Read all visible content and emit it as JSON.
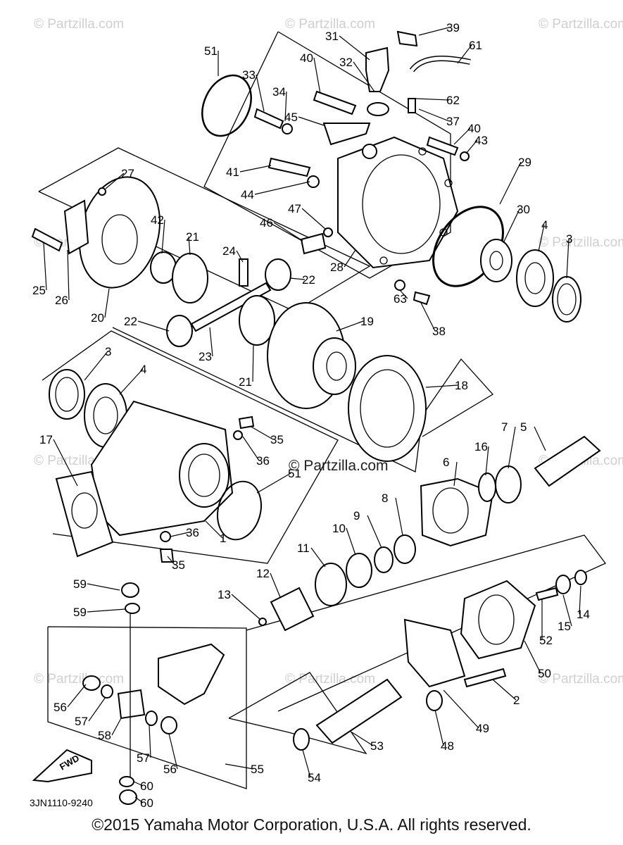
{
  "watermark": "© Partzilla.com",
  "watermark_center": "© Partzilla.com",
  "drawing_code": "3JN1110-9240",
  "fwd_label": "FWD",
  "copyright": "©2015  Yamaha Motor Corporation, U.S.A. All rights reserved.",
  "callouts": [
    {
      "label": "1"
    },
    {
      "label": "2"
    },
    {
      "label": "3"
    },
    {
      "label": "3"
    },
    {
      "label": "4"
    },
    {
      "label": "4"
    },
    {
      "label": "5"
    },
    {
      "label": "6"
    },
    {
      "label": "7"
    },
    {
      "label": "8"
    },
    {
      "label": "9"
    },
    {
      "label": "10"
    },
    {
      "label": "11"
    },
    {
      "label": "12"
    },
    {
      "label": "13"
    },
    {
      "label": "14"
    },
    {
      "label": "15"
    },
    {
      "label": "16"
    },
    {
      "label": "17"
    },
    {
      "label": "18"
    },
    {
      "label": "19"
    },
    {
      "label": "20"
    },
    {
      "label": "21"
    },
    {
      "label": "21"
    },
    {
      "label": "22"
    },
    {
      "label": "22"
    },
    {
      "label": "23"
    },
    {
      "label": "24"
    },
    {
      "label": "25"
    },
    {
      "label": "26"
    },
    {
      "label": "27"
    },
    {
      "label": "28"
    },
    {
      "label": "29"
    },
    {
      "label": "30"
    },
    {
      "label": "31"
    },
    {
      "label": "32"
    },
    {
      "label": "33"
    },
    {
      "label": "34"
    },
    {
      "label": "35"
    },
    {
      "label": "35"
    },
    {
      "label": "36"
    },
    {
      "label": "36"
    },
    {
      "label": "37"
    },
    {
      "label": "38"
    },
    {
      "label": "39"
    },
    {
      "label": "40"
    },
    {
      "label": "40"
    },
    {
      "label": "41"
    },
    {
      "label": "42"
    },
    {
      "label": "43"
    },
    {
      "label": "44"
    },
    {
      "label": "45"
    },
    {
      "label": "46"
    },
    {
      "label": "47"
    },
    {
      "label": "48"
    },
    {
      "label": "49"
    },
    {
      "label": "50"
    },
    {
      "label": "51"
    },
    {
      "label": "51"
    },
    {
      "label": "52"
    },
    {
      "label": "53"
    },
    {
      "label": "54"
    },
    {
      "label": "55"
    },
    {
      "label": "56"
    },
    {
      "label": "56"
    },
    {
      "label": "57"
    },
    {
      "label": "57"
    },
    {
      "label": "58"
    },
    {
      "label": "59"
    },
    {
      "label": "59"
    },
    {
      "label": "60"
    },
    {
      "label": "60"
    },
    {
      "label": "61"
    },
    {
      "label": "62"
    },
    {
      "label": "63"
    }
  ]
}
